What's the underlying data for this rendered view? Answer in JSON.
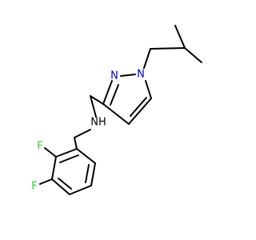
{
  "colors": {
    "background": "#ffffff",
    "carbon_bond": "#000000",
    "nitrogen": "#0000cc",
    "fluorine": "#33cc33"
  },
  "atoms": {
    "n_pyrazole_2": "N",
    "n_pyrazole_1": "N",
    "n_amine": "NH",
    "f_ortho": "F",
    "f_meta": "F"
  }
}
